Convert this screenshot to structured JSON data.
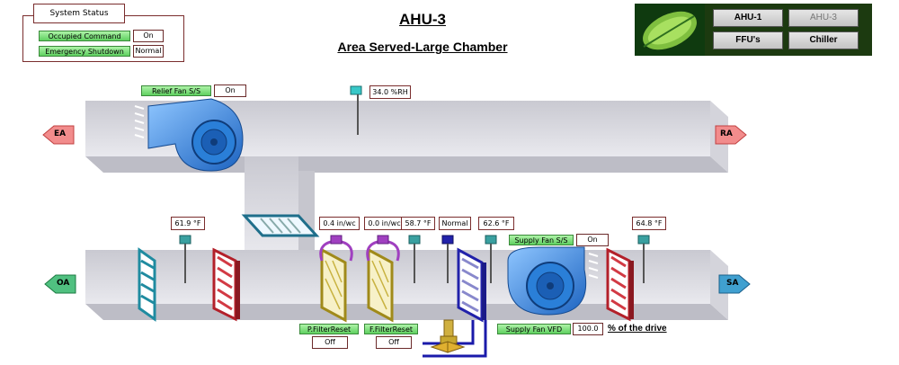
{
  "header": {
    "title": "AHU-3",
    "subtitle": "Area Served-Large Chamber"
  },
  "system_status": {
    "title": "System Status",
    "rows": [
      {
        "label": "Occupied Command",
        "value": "On"
      },
      {
        "label": "Emergency Shutdown",
        "value": "Normal"
      }
    ]
  },
  "nav": {
    "buttons": [
      {
        "label": "AHU-1",
        "active": false
      },
      {
        "label": "AHU-3",
        "active": true
      },
      {
        "label": "FFU's",
        "active": false
      },
      {
        "label": "Chiller",
        "active": false
      }
    ]
  },
  "points": {
    "relief_fan": {
      "label": "Relief Fan S/S",
      "value": "On"
    },
    "return_humidity": "34.0 %RH",
    "mixed_air_temp": "61.9 °F",
    "prefilter_dp": "0.4 in/wc",
    "final_filter_dp": "0.0 in/wc",
    "after_filter_temp": "58.7 °F",
    "freeze_stat": "Normal",
    "after_coil_temp": "62.6 °F",
    "supply_fan": {
      "label": "Supply Fan S/S",
      "value": "On"
    },
    "supply_air_temp": "64.8 °F",
    "prefilter_reset": {
      "label": "P.FilterReset",
      "value": "Off"
    },
    "final_filter_reset": {
      "label": "F.FilterReset",
      "value": "Off"
    },
    "supply_fan_vfd": {
      "label": "Supply Fan VFD",
      "value": "100.0",
      "units": "% of the drive"
    }
  },
  "arrows": {
    "exhaust": "EA",
    "return": "RA",
    "outside": "OA",
    "supply": "SA"
  },
  "colors": {
    "label_green": "#5fd060",
    "duct": "#d9d9df",
    "fan_blue": "#2a7fd8",
    "damper_red": "#b3202a",
    "filter_gold": "#b8a030",
    "coil_blue": "#2222aa",
    "sensor_teal": "#3aa0a0"
  },
  "icons": [
    "exhaust-arrow-icon",
    "return-arrow-icon",
    "outside-arrow-icon",
    "supply-arrow-icon",
    "leaf-logo-icon",
    "fan-icon",
    "damper-icon",
    "filter-icon",
    "coil-icon",
    "valve-icon",
    "sensor-icon"
  ]
}
